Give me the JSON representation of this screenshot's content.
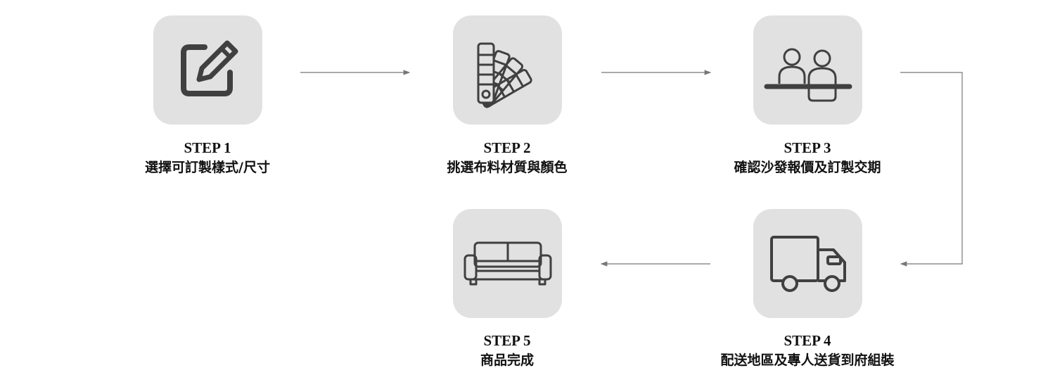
{
  "steps": [
    {
      "step": "STEP 1",
      "text": "選擇可訂製樣式/尺寸",
      "icon": "edit-icon"
    },
    {
      "step": "STEP 2",
      "text": "挑選布料材質與顏色",
      "icon": "color-swatch-icon"
    },
    {
      "step": "STEP 3",
      "text": "確認沙發報價及訂製交期",
      "icon": "meeting-icon"
    },
    {
      "step": "STEP 4",
      "text": "配送地區及專人送貨到府組裝",
      "icon": "truck-icon"
    },
    {
      "step": "STEP 5",
      "text": "商品完成",
      "icon": "sofa-icon"
    }
  ],
  "colors": {
    "box": "#e1e1e1",
    "icon": "#404040",
    "arrow": "#777777"
  }
}
